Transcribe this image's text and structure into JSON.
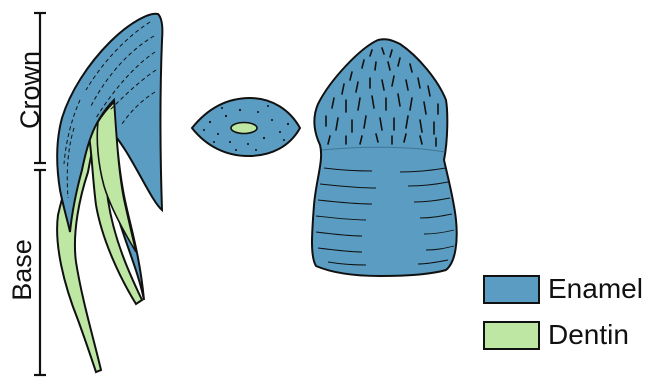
{
  "labels": {
    "crown": "Crown",
    "base": "Base"
  },
  "legend": [
    {
      "label": "Enamel",
      "color": "#5b9dc2"
    },
    {
      "label": "Dentin",
      "color": "#bfe7a4"
    }
  ],
  "colors": {
    "enamel": "#5b9dc2",
    "dentin": "#bfe7a4",
    "outline": "#111111"
  }
}
